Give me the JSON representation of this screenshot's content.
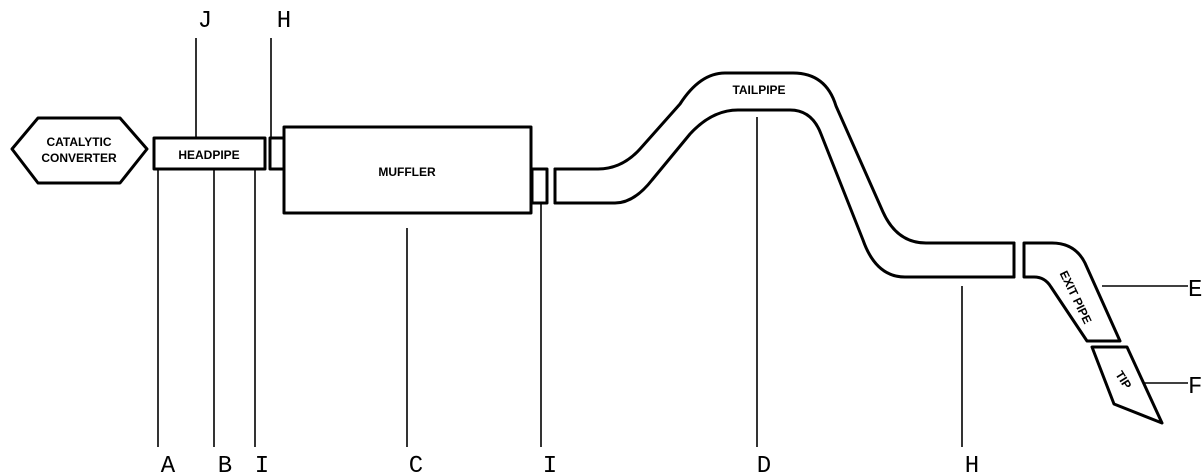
{
  "parts": {
    "catalytic_converter": [
      "CATALYTIC",
      "CONVERTER"
    ],
    "headpipe": "HEADPIPE",
    "muffler": "MUFFLER",
    "tailpipe": "TAILPIPE",
    "exit_pipe": "EXIT PIPE",
    "tip": "TIP"
  },
  "callouts": {
    "top_j": "J",
    "top_h": "H",
    "bottom_a": "A",
    "bottom_b": "B",
    "bottom_i1": "I",
    "bottom_c": "C",
    "bottom_i2": "I",
    "bottom_d": "D",
    "bottom_h": "H",
    "right_e": "E",
    "right_f": "F"
  }
}
